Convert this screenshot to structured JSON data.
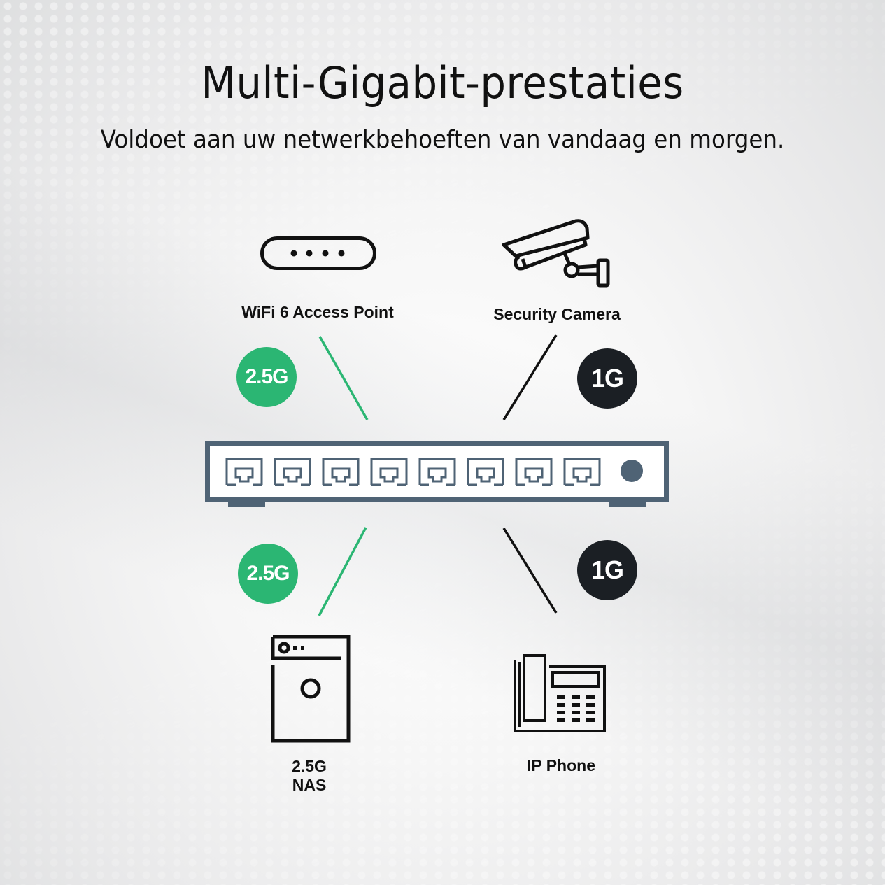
{
  "header": {
    "title": "Multi-Gigabit-prestaties",
    "subtitle": "Voldoet aan uw netwerkbehoeften van vandaag en morgen."
  },
  "colors": {
    "accent_green": "#2bb673",
    "dark_badge": "#1b1f24",
    "switch_body": "#4f6375",
    "icon_stroke": "#111111"
  },
  "switch": {
    "icon": "network-switch-icon",
    "port_count": 8,
    "port_icon": "ethernet-port-icon",
    "indicator_icon": "power-led-icon"
  },
  "devices": [
    {
      "label": "WiFi 6 Access Point",
      "icon": "access-point-icon",
      "speed": "2.5G",
      "speed_color": "green",
      "position": "top-left"
    },
    {
      "label": "Security Camera",
      "icon": "security-camera-icon",
      "speed": "1G",
      "speed_color": "dark",
      "position": "top-right"
    },
    {
      "label_line1": "2.5G",
      "label_line2": "NAS",
      "icon": "nas-icon",
      "speed": "2.5G",
      "speed_color": "green",
      "position": "bottom-left"
    },
    {
      "label": "IP Phone",
      "icon": "ip-phone-icon",
      "speed": "1G",
      "speed_color": "dark",
      "position": "bottom-right"
    }
  ]
}
